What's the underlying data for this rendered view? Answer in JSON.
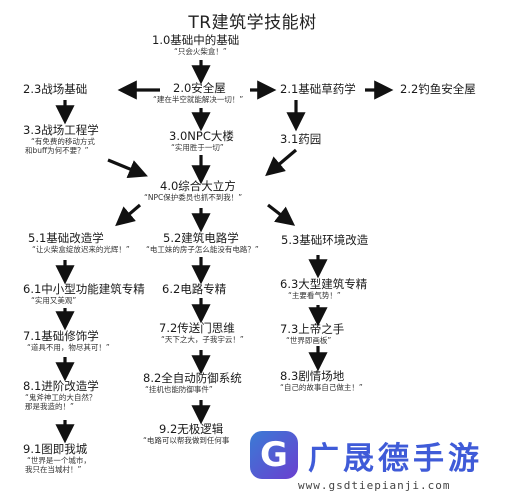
{
  "title": "TR建筑学技能树",
  "nodes": {
    "n1_0": {
      "title": "1.0基础中的基础",
      "quote": "“只会火柴盒！”"
    },
    "n2_0": {
      "title": "2.0安全屋",
      "quote": "“建在半空就能解决一切！”"
    },
    "n2_1": {
      "title": "2.1基础草药学",
      "quote": ""
    },
    "n2_2": {
      "title": "2.2钓鱼安全屋",
      "quote": ""
    },
    "n2_3": {
      "title": "2.3战场基础",
      "quote": ""
    },
    "n3_0": {
      "title": "3.0NPC大楼",
      "quote": "“实用胜于一切”"
    },
    "n3_1": {
      "title": "3.1药园",
      "quote": ""
    },
    "n3_3": {
      "title": "3.3战场工程学",
      "quote": "“有免费的移动方式",
      "quote2": "和buff为何不要？”"
    },
    "n4_0": {
      "title": "4.0综合大立方",
      "quote": "“NPC保护委员也抓不到我！”"
    },
    "n5_1": {
      "title": "5.1基础改造学",
      "quote": "“让火柴盒绽放迟来的光辉！”"
    },
    "n5_2": {
      "title": "5.2建筑电路学",
      "quote": "“电工妹的房子怎么能没有电路？”"
    },
    "n5_3": {
      "title": "5.3基础环境改造",
      "quote": ""
    },
    "n6_1": {
      "title": "6.1中小型功能建筑专精",
      "quote": "“实用又美观”"
    },
    "n6_2": {
      "title": "6.2电路专精",
      "quote": ""
    },
    "n6_3": {
      "title": "6.3大型建筑专精",
      "quote": "“主要看气势！”"
    },
    "n7_1": {
      "title": "7.1基础修饰学",
      "quote": "“道具不用，物尽其可！”"
    },
    "n7_2": {
      "title": "7.2传送门思维",
      "quote": "“天下之大，子我宇云！”"
    },
    "n7_3": {
      "title": "7.3上帝之手",
      "quote": "“世界即画板”"
    },
    "n8_1": {
      "title": "8.1进阶改造学",
      "quote": "“鬼斧神工的大自然？",
      "quote2": "那是我造的！”"
    },
    "n8_2": {
      "title": "8.2全自动防御系统",
      "quote": "“挂机也能防御事件”"
    },
    "n8_3": {
      "title": "8.3剧情场地",
      "quote": "“自己的故事自己做主！”"
    },
    "n9_1": {
      "title": "9.1图即我城",
      "quote": "“世界是一个城市，",
      "quote2": "我只在当城村！”"
    },
    "n9_2": {
      "title": "9.2无极逻辑",
      "quote": "“电路可以帮我做到任何事"
    }
  },
  "watermark": {
    "logo_letter": "G",
    "brand": "广晟德手游",
    "url": "www.gsdtiepianji.com",
    "colors": {
      "brand": "#3f5bd8",
      "logo_from": "#3a7bd5",
      "logo_to": "#6a3fd0"
    }
  },
  "colors": {
    "arrow": "#111111",
    "text": "#1a1a1a"
  }
}
